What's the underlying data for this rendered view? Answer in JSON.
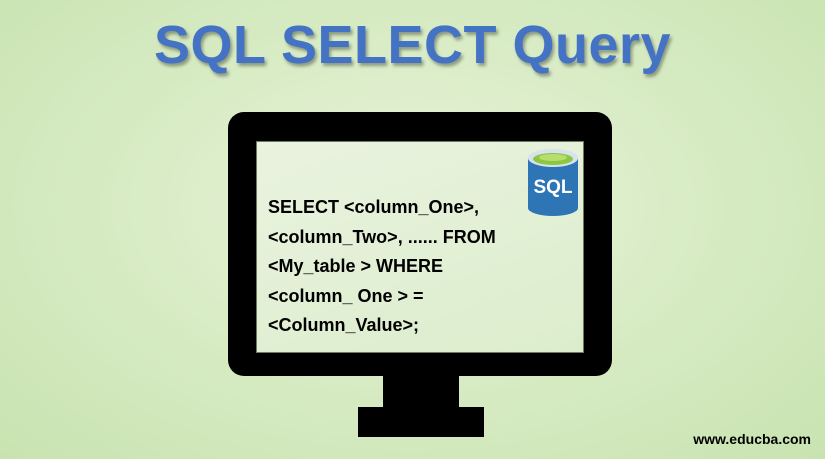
{
  "title": "SQL SELECT Query",
  "query_lines": [
    "SELECT <column_One>,",
    "<column_Two>, ...... FROM",
    "<My_table > WHERE",
    "<column_ One > =",
    "<Column_Value>;"
  ],
  "db_icon": {
    "label": "SQL",
    "icon": "database-icon",
    "colors": {
      "body": "#2e75b6",
      "top_rim": "#c9d8e8",
      "liquid": "#8dc63f"
    }
  },
  "footer_url": "www.educba.com",
  "colors": {
    "title": "#4472c4",
    "background": "#d9ecc6",
    "monitor": "#000000"
  }
}
